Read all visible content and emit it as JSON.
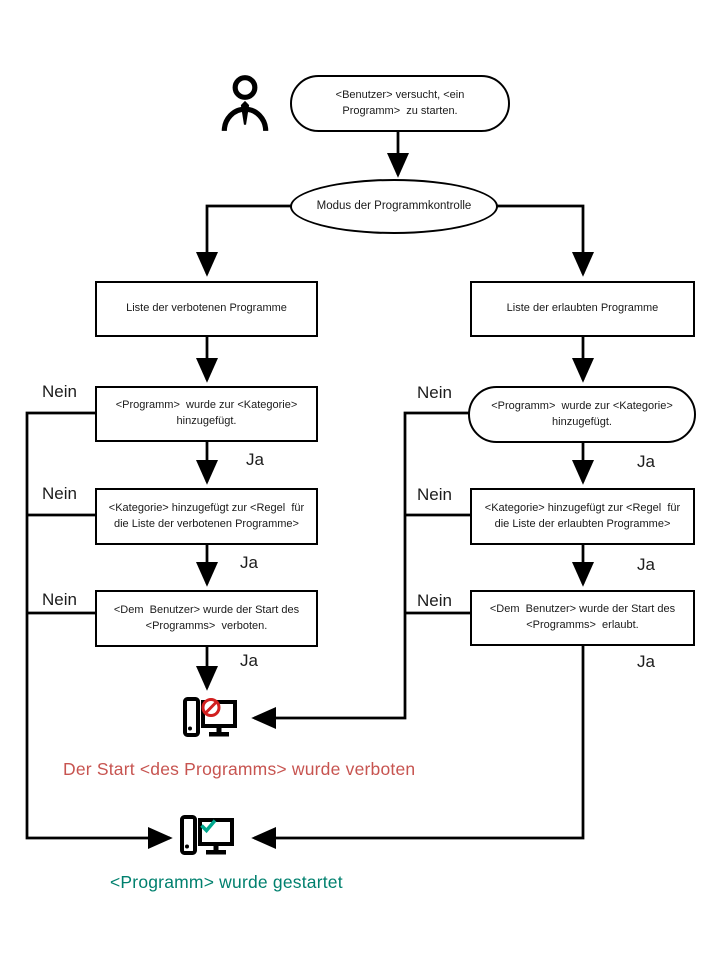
{
  "nodes": {
    "start": {
      "text": "<Benutzer> versucht, <ein\nProgramm>  zu starten."
    },
    "mode": {
      "text": "Modus der Programmkontrolle"
    },
    "left": {
      "list": "Liste der verbotenen Programme",
      "step1": "<Programm>  wurde zur <Kategorie>\nhinzugefügt.",
      "step2": "<Kategorie> hinzugefügt zur <Regel  für\ndie Liste der verbotenen Programme>",
      "step3": "<Dem  Benutzer> wurde der Start des\n<Programms>  verboten."
    },
    "right": {
      "list": "Liste der erlaubten Programme",
      "step1": "<Programm>  wurde zur <Kategorie>\nhinzugefügt.",
      "step2": "<Kategorie> hinzugefügt zur <Regel  für\ndie Liste der erlaubten Programme>",
      "step3": "<Dem  Benutzer> wurde der Start des\n<Programms>  erlaubt."
    }
  },
  "labels": {
    "yes": "Ja",
    "no": "Nein"
  },
  "outcomes": {
    "blocked": {
      "text": "Der Start <des Programms> wurde verboten",
      "color": "#c75450"
    },
    "started": {
      "text": "<Programm> wurde gestartet",
      "color": "#00806e"
    }
  },
  "icons": {
    "actor": "user-person-icon",
    "blocked": "computer-blocked-icon",
    "started": "computer-started-icon"
  },
  "colors": {
    "line": "#000000",
    "background": "#ffffff",
    "prohibit_red": "#d11f1f",
    "check_green": "#00a88e"
  }
}
